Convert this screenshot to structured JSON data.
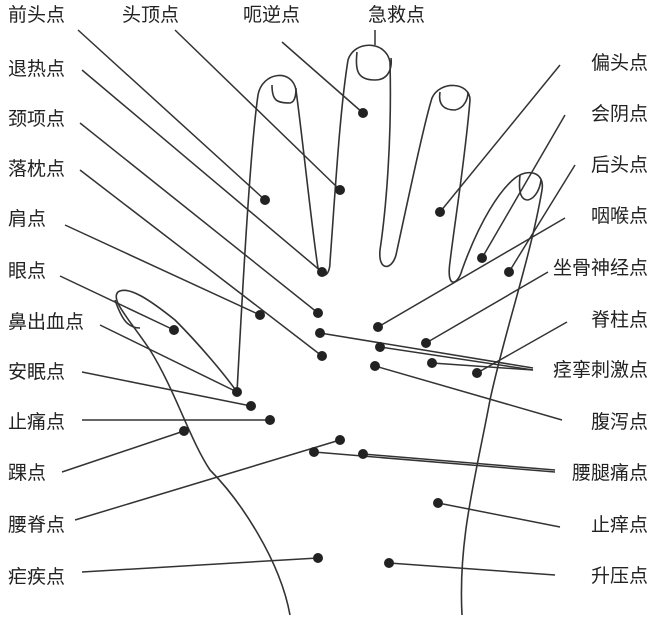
{
  "left_labels": [
    "前头点",
    "头顶点",
    "呃逆点",
    "急救点",
    "退热点",
    "颈项点",
    "落枕点",
    "肩点",
    "眼点",
    "鼻出血点",
    "安眠点",
    "止痛点",
    "踝点",
    "腰脊点",
    "疟疾点"
  ],
  "right_labels": [
    "偏头点",
    "会阴点",
    "后头点",
    "咽喉点",
    "坐骨神经点",
    "脊柱点",
    "痉挛刺激点",
    "腹泻点",
    "腰腿痛点",
    "止痒点",
    "升压点"
  ],
  "colors": {
    "line": "#333333",
    "dot": "#222222",
    "background": "#ffffff"
  }
}
